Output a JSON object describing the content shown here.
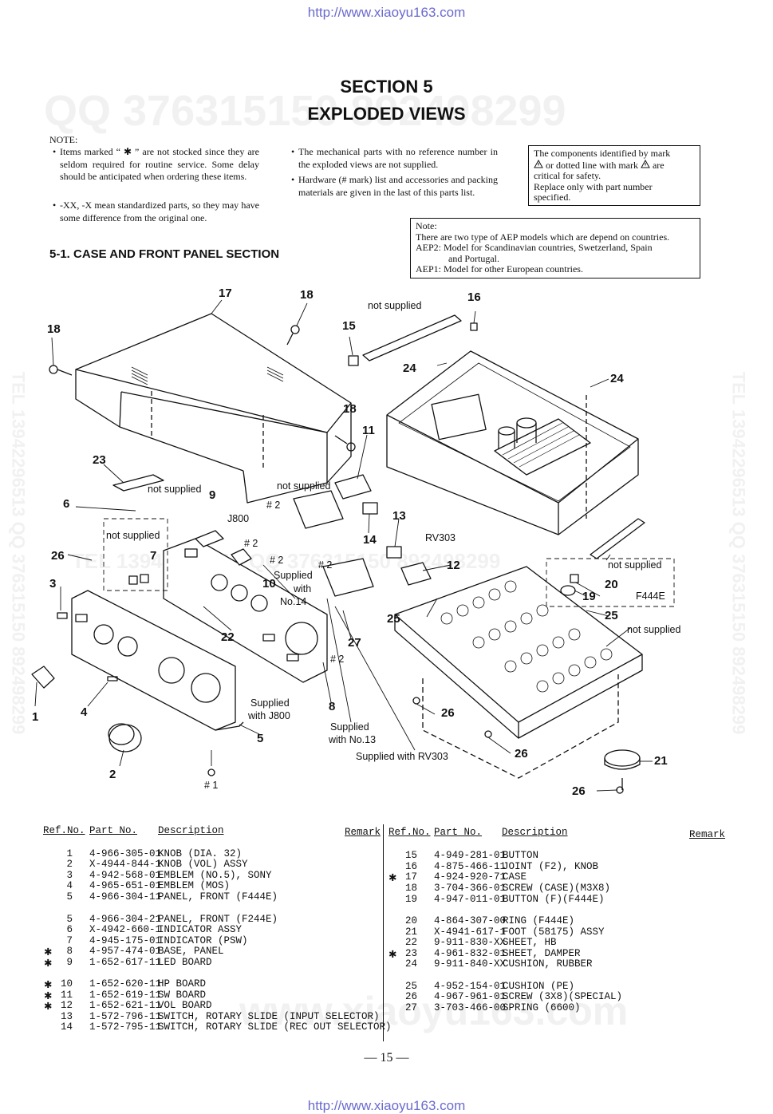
{
  "url_top": "http://www.xiaoyu163.com",
  "url_bottom": "http://www.xiaoyu163.com",
  "watermarks": {
    "main": "QQ 376315150  892498299",
    "side_left": "TEL 13942296513  QQ 376315150  892498299",
    "side_right": "TEL 13942296513  QQ 376315150  892498299",
    "mid": "TEL 13942296513  QQ 376315150  892498299",
    "bottom": "www.xiaoyu163.com"
  },
  "header": {
    "section": "SECTION 5",
    "title": "EXPLODED VIEWS"
  },
  "note": {
    "label": "NOTE:",
    "col1": [
      "Items marked “ ✱ ” are not stocked since they are seldom required for routine service. Some delay should be anticipated when ordering these items.",
      "-XX, -X mean standardized parts, so they may have some difference from the original one."
    ],
    "col2": [
      "The mechanical parts with no reference number in the exploded views are not supplied.",
      "Hardware (# mark) list and accessories and packing materials are given in the last of this parts list."
    ],
    "bullet": "•",
    "safety": {
      "line1a": "The components identified by mark",
      "line2a": "or dotted line with mark",
      "line2b": "are",
      "line3": "critical for safety.",
      "line4": "Replace only with part number",
      "line5": "specified."
    },
    "aep": {
      "label": "Note:",
      "line1": "There are two type of AEP models which are depend on countries.",
      "line2": "AEP2: Model for Scandinavian countries, Swetzerland, Spain",
      "line3": "and Portugal.",
      "line4": "AEP1: Model for other European countries."
    }
  },
  "subsection": "5-1.  CASE AND FRONT PANEL SECTION",
  "diagram": {
    "callouts": {
      "c1": "1",
      "c2": "2",
      "c3": "3",
      "c4": "4",
      "c5": "5",
      "c6": "6",
      "c7": "7",
      "c8": "8",
      "c9": "9",
      "c10": "10",
      "c11": "11",
      "c12": "12",
      "c13": "13",
      "c14": "14",
      "c15": "15",
      "c16": "16",
      "c17": "17",
      "c18a": "18",
      "c18b": "18",
      "c18c": "18",
      "c19": "19",
      "c20": "20",
      "c21": "21",
      "c22": "22",
      "c23": "23",
      "c24a": "24",
      "c24b": "24",
      "c25a": "25",
      "c25b": "25",
      "c26a": "26",
      "c26b": "26",
      "c26c": "26",
      "c26d": "26",
      "c27": "27"
    },
    "text": {
      "ns1": "not supplied",
      "ns2": "not supplied",
      "ns3": "not supplied",
      "ns4": "not supplied",
      "ns5": "not supplied",
      "ns6": "not supplied",
      "j800": "J800",
      "rv303": "RV303",
      "f444e": "F444E",
      "h2a": "# 2",
      "h2b": "# 2",
      "h2c": "# 2",
      "h2d": "# 2",
      "h2e": "# 2",
      "h1": "# 1",
      "sup14a": "Supplied",
      "sup14b": "with",
      "sup14c": "No.14",
      "supj1": "Supplied",
      "supj2": "with J800",
      "sup13a": "Supplied",
      "sup13b": "with No.13",
      "suprv": "Supplied with RV303"
    }
  },
  "parts": {
    "headers": {
      "ref": "Ref.No.",
      "part": "Part No.",
      "desc": "Description",
      "remark": "Remark"
    },
    "left": [
      {
        "mark": "",
        "ref": "1",
        "part": "4-966-305-01",
        "desc": "KNOB (DIA. 32)"
      },
      {
        "mark": "",
        "ref": "2",
        "part": "X-4944-844-1",
        "desc": "KNOB (VOL) ASSY"
      },
      {
        "mark": "",
        "ref": "3",
        "part": "4-942-568-01",
        "desc": "EMBLEM (NO.5), SONY"
      },
      {
        "mark": "",
        "ref": "4",
        "part": "4-965-651-01",
        "desc": "EMBLEM (MOS)"
      },
      {
        "mark": "",
        "ref": "5",
        "part": "4-966-304-11",
        "desc": "PANEL, FRONT (F444E)"
      },
      {
        "mark": "",
        "ref": "5",
        "part": "4-966-304-21",
        "desc": "PANEL, FRONT (F244E)"
      },
      {
        "mark": "",
        "ref": "6",
        "part": "X-4942-660-1",
        "desc": "INDICATOR ASSY"
      },
      {
        "mark": "",
        "ref": "7",
        "part": "4-945-175-01",
        "desc": "INDICATOR (PSW)"
      },
      {
        "mark": "✱",
        "ref": "8",
        "part": "4-957-474-01",
        "desc": "BASE, PANEL"
      },
      {
        "mark": "✱",
        "ref": "9",
        "part": "1-652-617-11",
        "desc": "LED BOARD"
      },
      {
        "mark": "✱",
        "ref": "10",
        "part": "1-652-620-11",
        "desc": "HP BOARD"
      },
      {
        "mark": "✱",
        "ref": "11",
        "part": "1-652-619-11",
        "desc": "SW BOARD"
      },
      {
        "mark": "✱",
        "ref": "12",
        "part": "1-652-621-11",
        "desc": "VOL BOARD"
      },
      {
        "mark": "",
        "ref": "13",
        "part": "1-572-796-11",
        "desc": "SWITCH, ROTARY SLIDE (INPUT SELECTOR)"
      },
      {
        "mark": "",
        "ref": "14",
        "part": "1-572-795-11",
        "desc": "SWITCH, ROTARY SLIDE (REC OUT SELECTOR)"
      }
    ],
    "right": [
      {
        "mark": "",
        "ref": "15",
        "part": "4-949-281-01",
        "desc": "BUTTON"
      },
      {
        "mark": "",
        "ref": "16",
        "part": "4-875-466-11",
        "desc": "JOINT (F2), KNOB"
      },
      {
        "mark": "✱",
        "ref": "17",
        "part": "4-924-920-71",
        "desc": "CASE"
      },
      {
        "mark": "",
        "ref": "18",
        "part": "3-704-366-01",
        "desc": "SCREW (CASE)(M3X8)"
      },
      {
        "mark": "",
        "ref": "19",
        "part": "4-947-011-01",
        "desc": "BUTTON (F)(F444E)"
      },
      {
        "mark": "",
        "ref": "20",
        "part": "4-864-307-00",
        "desc": "RING (F444E)"
      },
      {
        "mark": "",
        "ref": "21",
        "part": "X-4941-617-1",
        "desc": "FOOT (58175) ASSY"
      },
      {
        "mark": "",
        "ref": "22",
        "part": "9-911-830-XX",
        "desc": "SHEET, HB"
      },
      {
        "mark": "✱",
        "ref": "23",
        "part": "4-961-832-01",
        "desc": "SHEET, DAMPER"
      },
      {
        "mark": "",
        "ref": "24",
        "part": "9-911-840-XX",
        "desc": "CUSHION, RUBBER"
      },
      {
        "mark": "",
        "ref": "25",
        "part": "4-952-154-01",
        "desc": "CUSHION (PE)"
      },
      {
        "mark": "",
        "ref": "26",
        "part": "4-967-961-01",
        "desc": "SCREW (3X8)(SPECIAL)"
      },
      {
        "mark": "",
        "ref": "27",
        "part": "3-703-466-00",
        "desc": "SPRING (6600)"
      }
    ]
  },
  "page_number": "— 15 —"
}
